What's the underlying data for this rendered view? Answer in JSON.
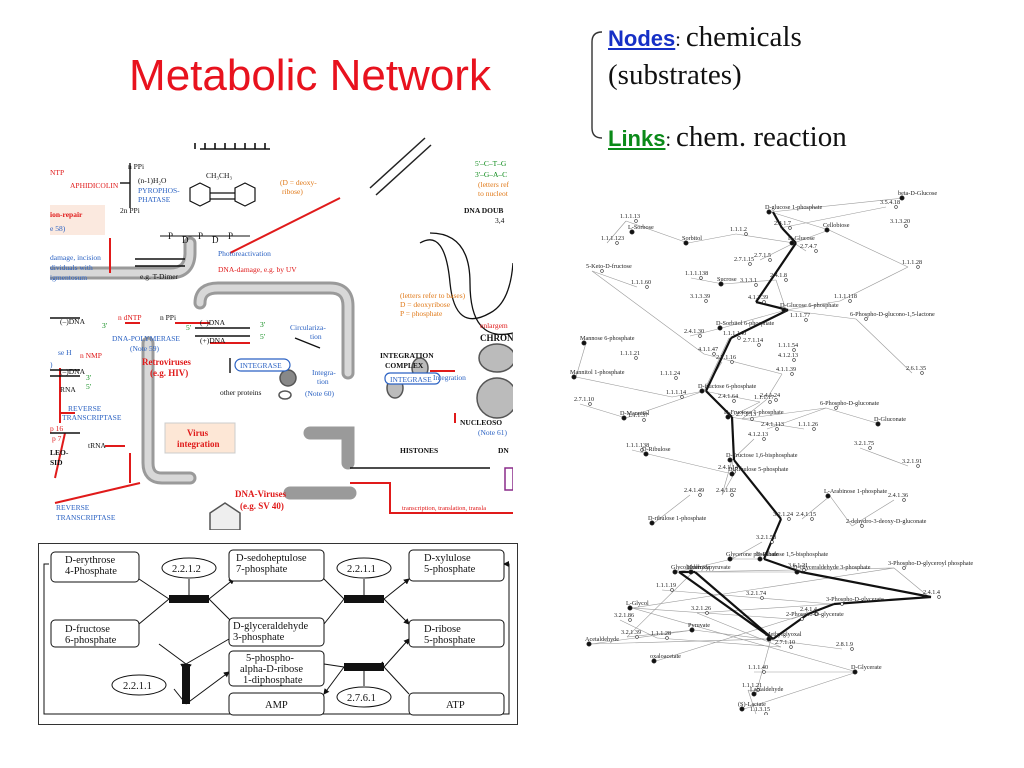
{
  "slide": {
    "title": "Metabolic Network",
    "legend": {
      "nodes_keyword": "Nodes",
      "nodes_desc_1": "chemicals",
      "nodes_desc_2": "(substrates)",
      "links_keyword": "Links",
      "links_desc": "chem. reaction",
      "colors": {
        "nodes": "#1630c6",
        "links": "#0a8a18",
        "title": "#e8121e"
      }
    }
  },
  "dna_panel": {
    "labels": {
      "ntp": "NTP",
      "aphidicolin": "APHIDICOLIN",
      "n_ppi": "n PPi",
      "n1_h2o": "(n-1)H₂O",
      "pyrophosphatase_1": "PYROPHOS-",
      "pyrophosphatase_2": "PHATASE",
      "two_n_ppi": "2n PPi",
      "ch3": "CH₃CH₃",
      "d_deoxy_1": "(D = deoxy-",
      "d_deoxy_2": "ribose)",
      "ion_repair": "ion-repair",
      "p58": "e 58)",
      "damage_incision": "damage, incision",
      "individuals_with": "dividuals with",
      "pigmentosum": "igmentosum",
      "tdimer": "e.g. T-Dimer",
      "photoreactivation": "Photoreactivation",
      "dna_damage_uv": "DNA-damage, e.g. by UV",
      "seq_top": "5'–C–T–G",
      "seq_bottom": "3'–G–A–C",
      "letters_ref": "(letters ref",
      "to_nucleo": "to nucleot",
      "dna_double": "DNA DOUB",
      "helix_num": "3,4",
      "letters_refer_1": "(letters refer to bases)",
      "letters_refer_2": "D = deoxyribose",
      "letters_refer_3": "P = phosphate",
      "enlargement": "enlargem",
      "chrom": "CHRON",
      "minus_dna_1": "(–)DNA",
      "three_prime_1": "3'",
      "n_dntp": "n dNTP",
      "n_ppi_2": "n PPi",
      "five_prime_1": "5'",
      "three_prime_2": "3'",
      "five_prime_2": "5'",
      "minus_dna_2": "(–)DNA",
      "plus_dna": "(+)DNA",
      "dna_polymerase": "DNA-POLYMERASE",
      "note59": "(Note 59)",
      "circularization_1": "Circulariza-",
      "circularization_2": "tion",
      "integrase_a": "INTEGRASE",
      "integrase_b": "INTEGRASE",
      "integration_complex_1": "INTEGRATION",
      "integration_complex_2": "COMPLEX",
      "integration": "Integration",
      "integra_1": "Integra-",
      "integra_2": "tion",
      "note60": "(Note 60)",
      "other_proteins": "other proteins",
      "retroviruses_1": "Retroviruses",
      "retroviruses_2": "(e.g. HIV)",
      "virus_integration_1": "Virus",
      "virus_integration_2": "integration",
      "nucleosome": "NUCLEOSO",
      "note61": "(Note 61)",
      "histones": "HISTONES",
      "dn": "DN",
      "dna_viruses_1": "DNA-Viruses",
      "dna_viruses_2": "(e.g. SV 40)",
      "transcription": "transcription, translation, transla",
      "rna": "RNA",
      "n_nmp": "n NMP",
      "minus_dna_3": "(–)DNA",
      "three_prime_3": "3'",
      "five_prime_3": "5'",
      "reverse_transcriptase_1": "REVERSE",
      "reverse_transcriptase_2": "TRANSCRIPTASE",
      "p16": "p 16",
      "p7": "p 7",
      "trna": "tRNA",
      "leo": "LEO-",
      "sid": "SID",
      "reverse_transcriptase_3": "REVERSE",
      "reverse_transcriptase_4": "TRANSCRIPTASE",
      "se_h": "se H",
      "paren": ")",
      "dna_p": "D",
      "bases": [
        "P",
        "D",
        "P",
        "D",
        "P"
      ]
    }
  },
  "ppp_panel": {
    "nodes": {
      "d_erythrose_1": "D-erythrose",
      "d_erythrose_2": "4-Phosphate",
      "ec_2212": "2.2.1.2",
      "d_sedoheptulose_1": "D-sedoheptulose",
      "d_sedoheptulose_2": "7-phosphate",
      "ec_2211_a": "2.2.1.1",
      "d_xylulose_1": "D-xylulose",
      "d_xylulose_2": "5-phosphate",
      "d_fructose_1": "D-fructose",
      "d_fructose_2": "6-phosphate",
      "d_glyceraldehyde_1": "D-glyceraldehyde",
      "d_glyceraldehyde_2": "3-phosphate",
      "d_ribose_1": "D-ribose",
      "d_ribose_2": "5-phosphate",
      "prpp_1": "5-phospho-",
      "prpp_2": "alpha-D-ribose",
      "prpp_3": "1-diphosphate",
      "ec_2211_b": "2.2.1.1",
      "amp": "AMP",
      "ec_2761": "2.7.6.1",
      "atp": "ATP"
    }
  },
  "network_panel": {
    "labels": [
      "beta-D-Glucose",
      "3.5.4.18",
      "D-glucose 1-phosphate",
      "Cellobiose",
      "3.1.3.20",
      "1.1.1.13",
      "L-Sorbose",
      "2.4.1.7",
      "Sorbitol",
      "1.1.1.123",
      "1.1.1.2",
      "D-Glucose",
      "2.7.1.5",
      "2.7.4.7",
      "5-Keto-D-fructose",
      "2.7.1.15",
      "1.1.1.138",
      "Sucrose",
      "3.1.3.1",
      "2.4.1.8",
      "1.1.1.28",
      "1.1.1.60",
      "1.1.1.118",
      "3.1.3.39",
      "4.1.3.39",
      "D-Glucose 6-phosphate",
      "6-Phospho-D-glucono-1,5-lactone",
      "1.1.1.77",
      "D-Sorbitol 6-phosphate",
      "2.4.1.30",
      "Mannose 6-phosphate",
      "1.1.1.140",
      "2.7.1.14",
      "1.1.1.54",
      "4.1.2.13",
      "4.1.1.47",
      "1.1.1.21",
      "2.7.1.16",
      "4.1.1.39",
      "Mannitol 1-phosphate",
      "1.1.1.24",
      "D-fructose 6-phosphate",
      "1.1.1.14",
      "2.7.1.10",
      "2.6.1.35",
      "1.1.1.17",
      "2.4.1.64",
      "2.4.1.24",
      "6-Phospho-D-gluconate",
      "2.7.1.13",
      "D-Mannitol",
      "1.1.1.37",
      "D-Fructose 1-phosphate",
      "2.4.1.113",
      "1.1.1.26",
      "D-Gluconate",
      "4.1.2.13",
      "1.1.1.138",
      "D-Ribulose",
      "3.2.1.75",
      "D-Fructose 1,6-bisphosphate",
      "2.4.1.14",
      "D-Ribulose 5-phosphate",
      "3.2.1.91",
      "2.4.1.49",
      "2.4.1.82",
      "L-Arabinose 1-phosphate",
      "2.4.1.36",
      "D-ribulose 1-phosphate",
      "3.2.1.24",
      "2.4.1.15",
      "2-dehydro-3-deoxy-D-gluconate",
      "3.2.1.58",
      "D-Ribulose 1,5-bisphosphate",
      "Glycerone phosphate",
      "Glycolaldehyde",
      "Hydroxypyruvate",
      "3.6.1.21",
      "D-Glyceraldehyde 3-phosphate",
      "3-Phospho-D-glyceroyl phosphate",
      "2.4.1.4",
      "1.1.1.19",
      "3.2.1.74",
      "3-Phospho-D-glycerate",
      "L-Glycol",
      "3.2.1.26",
      "2-Phospho-D-glycerate",
      "2.4.1.4",
      "3.2.1.86",
      "3.2.1.39",
      "Pyruvate",
      "Methylglyoxal",
      "Acetaldehyde",
      "1.1.1.28",
      "2.7.1.10",
      "2.8.1.9",
      "oxaloacetate",
      "1.1.1.40",
      "D-Glycerate",
      "Lactaldehyde",
      "1.1.1.21",
      "(S)-Lactate",
      "1.1.3.15"
    ]
  }
}
